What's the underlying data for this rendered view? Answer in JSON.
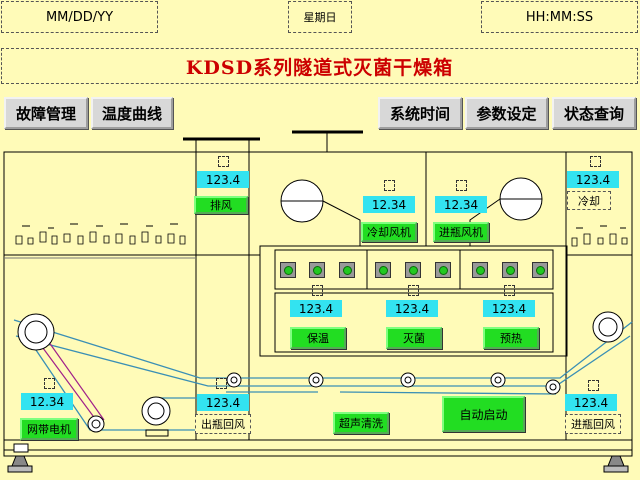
{
  "header": {
    "date": "MM/DD/YY",
    "weekday": "星期日",
    "time": "HH:MM:SS",
    "title": "KDSD系列隧道式灭菌干燥箱"
  },
  "nav": {
    "fault": "故障管理",
    "temp_curve": "温度曲线",
    "sys_time": "系统时间",
    "params": "参数设定",
    "status": "状态查询"
  },
  "values": {
    "exhaust": "123.4",
    "cooling_fan": "12.34",
    "inlet_fan": "12.34",
    "cooling_temp": "123.4",
    "insulation": "123.4",
    "sterilize": "123.4",
    "preheat": "123.4",
    "belt_motor": "12.34",
    "outlet_return": "123.4",
    "inlet_return": "123.4"
  },
  "buttons": {
    "exhaust": "排风",
    "cooling_fan": "冷却风机",
    "inlet_fan": "进瓶风机",
    "insulation": "保温",
    "sterilize": "灭菌",
    "preheat": "预热",
    "belt_motor": "网带电机",
    "ultrasonic": "超声清洗",
    "auto_start": "自动启动"
  },
  "labels": {
    "cooling": "冷却",
    "outlet_return": "出瓶回风",
    "inlet_return": "进瓶回风"
  },
  "colors": {
    "background": "#fffbb8",
    "value_bg": "#33e3f0",
    "button_green": "#22dd22",
    "title_red": "#cc0000",
    "belt": "#3a8fb5"
  }
}
